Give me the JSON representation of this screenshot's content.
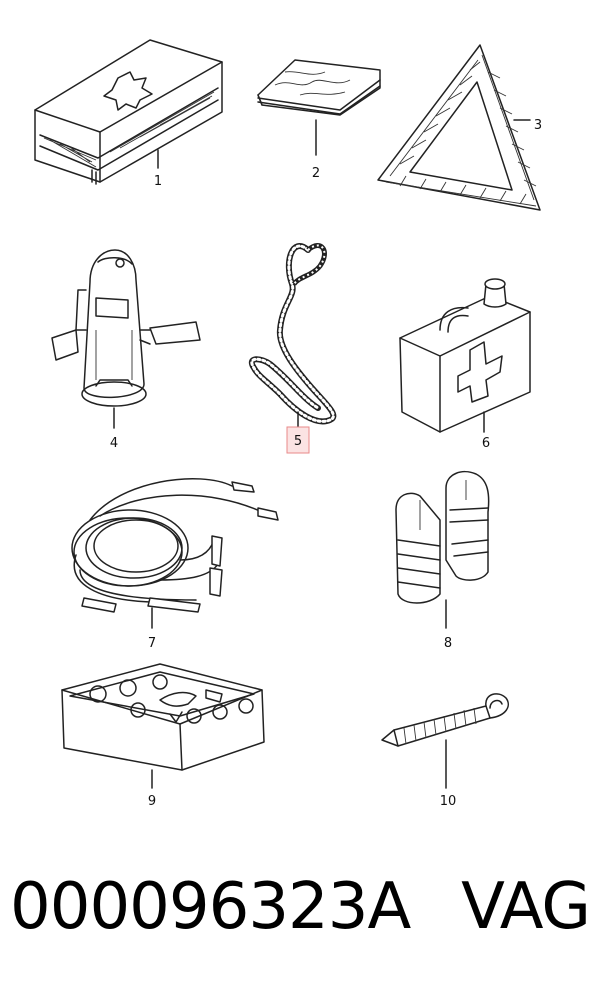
{
  "parts": [
    {
      "callout": "1",
      "icon": "first-aid-kit"
    },
    {
      "callout": "2",
      "icon": "folded-blanket"
    },
    {
      "callout": "3",
      "icon": "warning-triangle"
    },
    {
      "callout": "4",
      "icon": "fire-extinguisher"
    },
    {
      "callout": "5",
      "icon": "tow-rope",
      "highlighted": true
    },
    {
      "callout": "6",
      "icon": "fuel-canister"
    },
    {
      "callout": "7",
      "icon": "jumper-cables"
    },
    {
      "callout": "8",
      "icon": "safety-vest"
    },
    {
      "callout": "9",
      "icon": "bulb-kit-box"
    },
    {
      "callout": "10",
      "icon": "towing-eye"
    }
  ],
  "highlight_color": "#e88a8a",
  "part_number": "000096323A",
  "brand": "VAG"
}
